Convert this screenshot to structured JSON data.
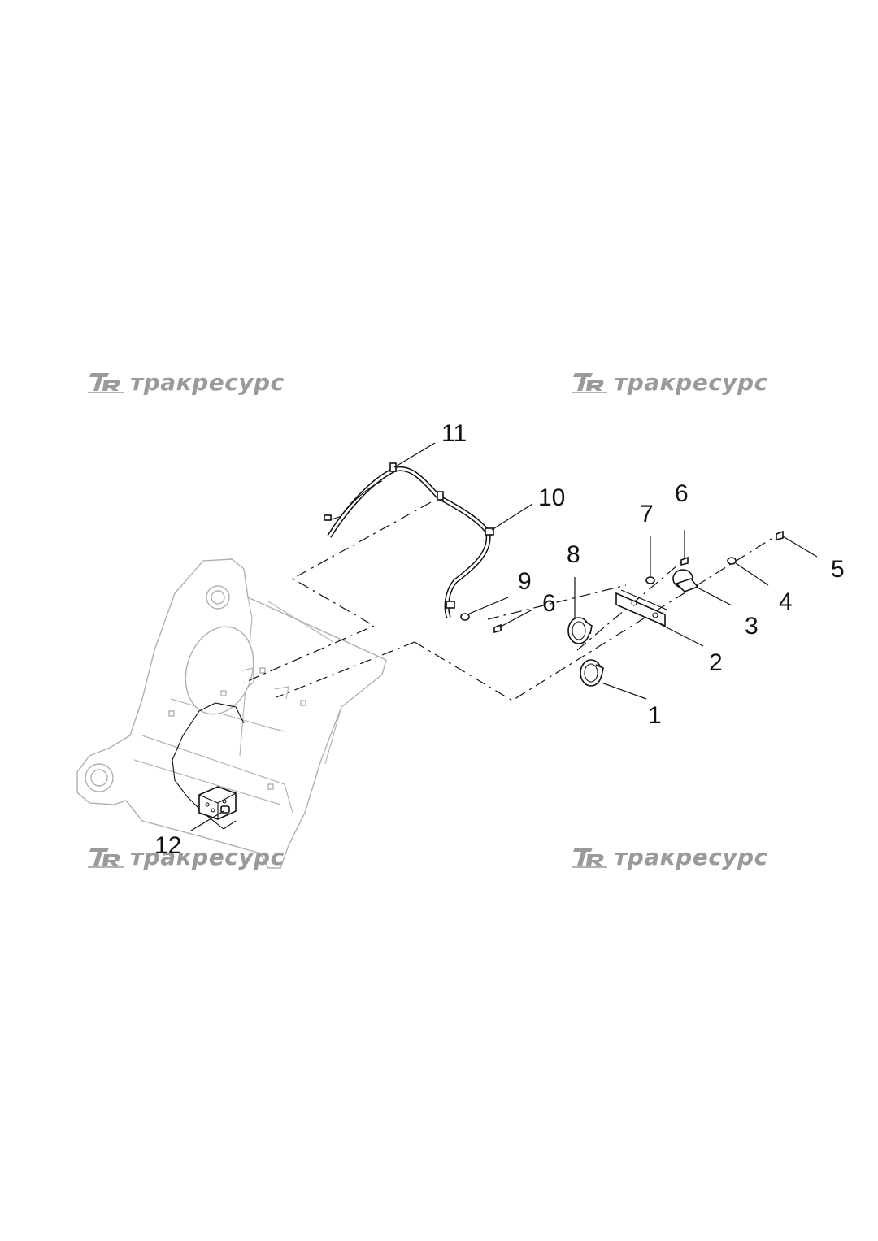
{
  "watermarks": [
    {
      "text": "тракресурс"
    },
    {
      "text": "тракресурс"
    },
    {
      "text": "тракресурс"
    },
    {
      "text": "тракресурс"
    }
  ],
  "watermark_logo_icon": "tr-monogram-icon",
  "callouts": {
    "c1": "1",
    "c2": "2",
    "c3": "3",
    "c4": "4",
    "c5": "5",
    "c6a": "6",
    "c6b": "6",
    "c7": "7",
    "c8": "8",
    "c9": "9",
    "c10": "10",
    "c11": "11",
    "c12": "12"
  },
  "colors": {
    "line": "#111111",
    "frame": "#b0b0b0",
    "watermark": "#9a9a9a"
  }
}
